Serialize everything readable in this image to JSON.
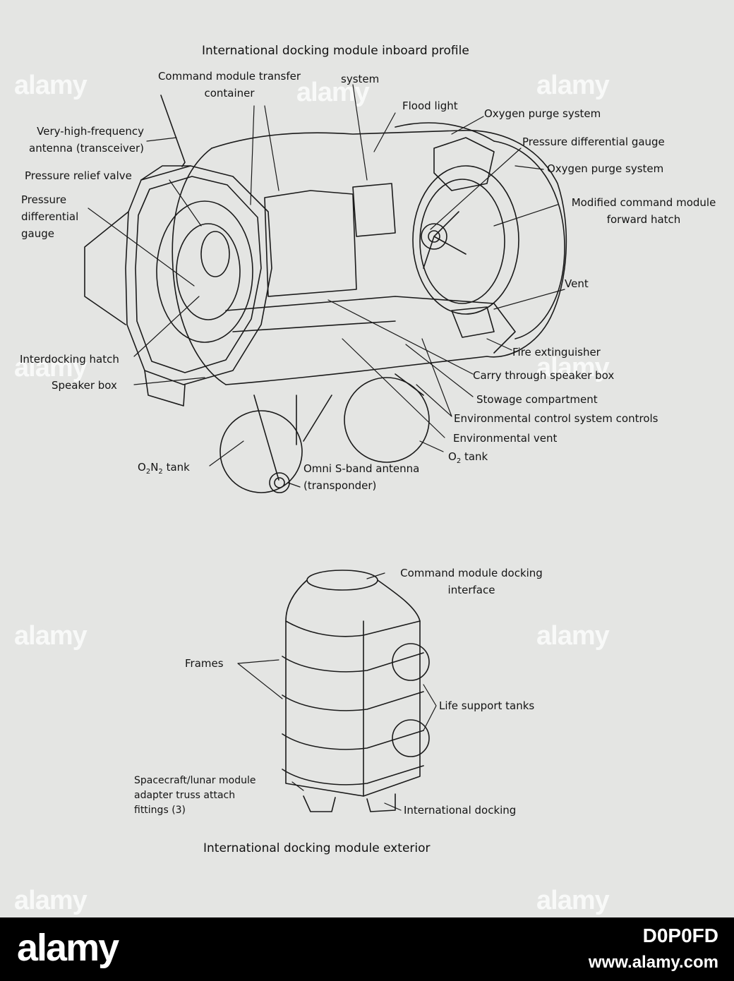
{
  "top_diagram": {
    "title": "International docking module inboard profile",
    "labels": {
      "cm_transfer": "Command module transfer\ncontainer",
      "system": "system",
      "flood_light": "Flood light",
      "oxygen_purge_1": "Oxygen purge system",
      "vhf_antenna": "Very-high-frequency\nantenna (transceiver)",
      "pressure_diff_gauge_r": "Pressure differential gauge",
      "oxygen_purge_2": "Oxygen purge system",
      "pressure_relief": "Pressure relief valve",
      "pressure_diff_gauge_l": "Pressure\ndifferential\ngauge",
      "modified_hatch": "Modified command module\nforward hatch",
      "vent": "Vent",
      "fire_ext": "Fire extinguisher",
      "interdocking_hatch": "Interdocking hatch",
      "carry_speaker": "Carry through speaker box",
      "speaker_box": "Speaker box",
      "stowage": "Stowage compartment",
      "ecs_controls": "Environmental control system controls",
      "env_vent": "Environmental vent",
      "o2n2_tank": "O2N2 tank",
      "o2_tank": "O2 tank",
      "omni_antenna": "Omni S-band antenna\n(transponder)"
    }
  },
  "bottom_diagram": {
    "title": "International docking module exterior",
    "labels": {
      "cm_docking": "Command module docking\ninterface",
      "frames": "Frames",
      "life_support": "Life support tanks",
      "adapter_truss": "Spacecraft/lunar module\nadapter truss attach\nfittings (3)",
      "intl_docking": "International docking"
    }
  },
  "watermark": "alamy",
  "footer": {
    "logo": "alamy",
    "image_id": "D0P0FD",
    "url": "www.alamy.com"
  }
}
